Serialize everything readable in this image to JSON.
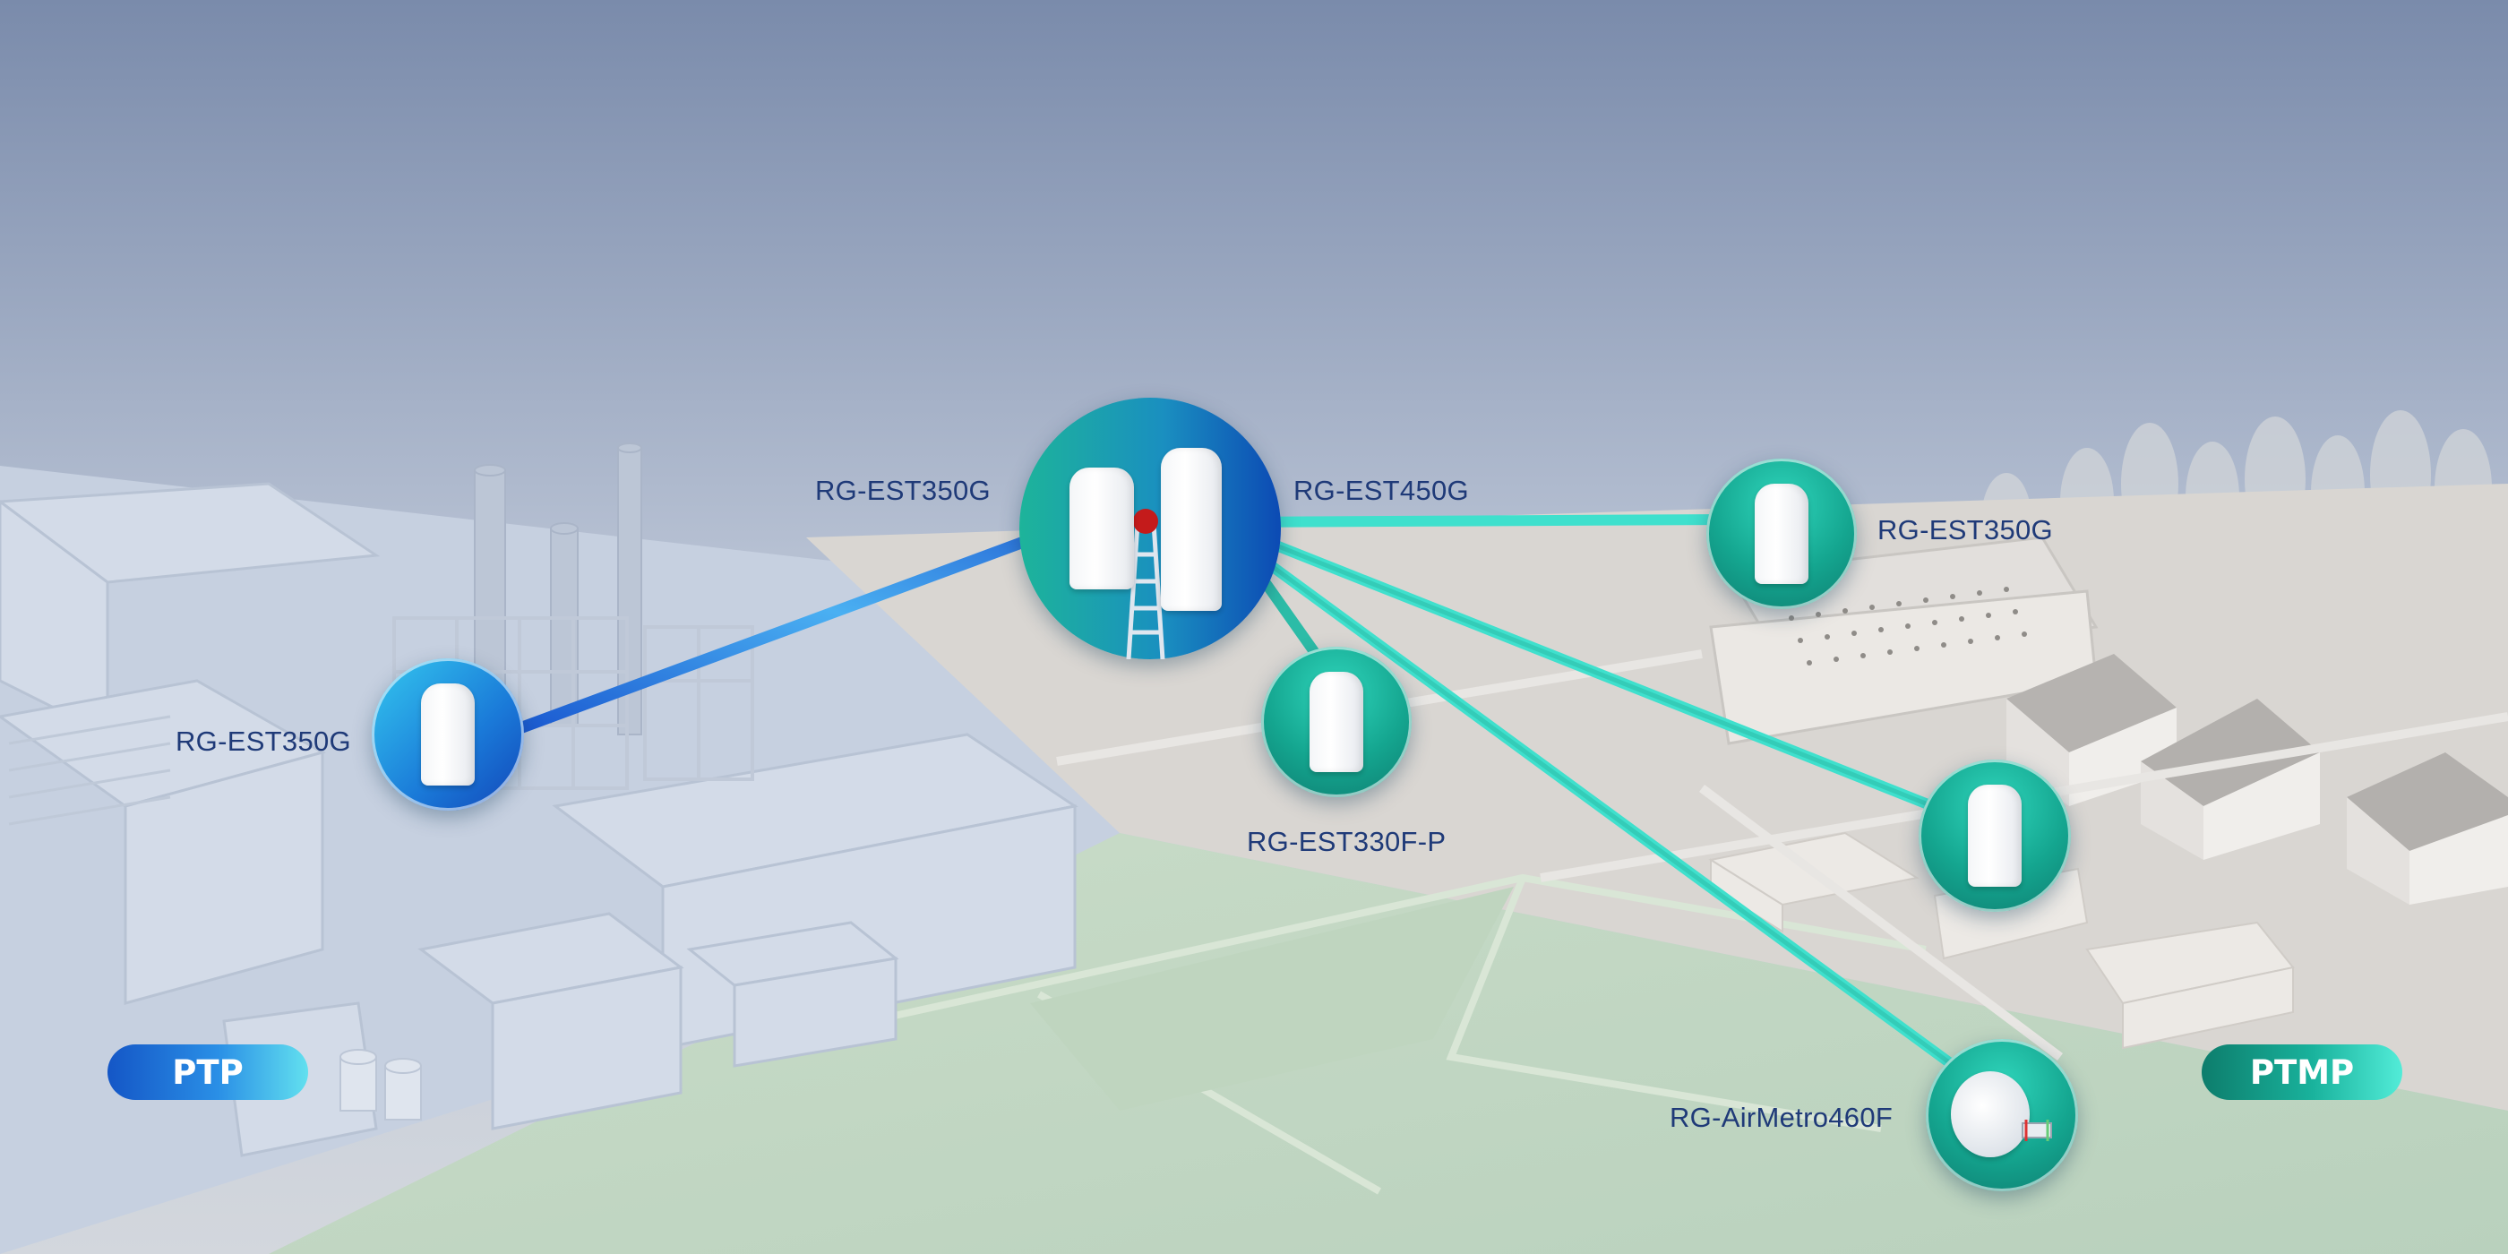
{
  "devices": {
    "ptp_remote": "RG-EST350G",
    "hub_left": "RG-EST350G",
    "hub_right": "RG-EST450G",
    "client_top_right": "RG-EST350G",
    "client_center": "RG-EST330F-P",
    "client_bottom": "RG-AirMetro460F"
  },
  "modes": {
    "left": "PTP",
    "right": "PTMP"
  },
  "colors": {
    "ptp_link": "#2e7de0",
    "ptmp_link": "#3ce3cf",
    "ptp_node": "#1a6fd4",
    "ptmp_node": "#17a08c",
    "label_text": "#1f3a78"
  },
  "icons": {
    "tower": "tower-icon",
    "radio": "outdoor-radio-icon",
    "dish": "dish-antenna-icon"
  }
}
